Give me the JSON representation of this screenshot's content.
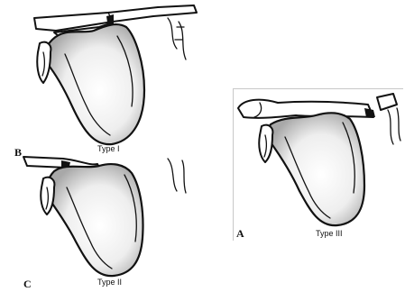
{
  "panels": [
    {
      "letter": "B",
      "type_label": "Type I",
      "acromion_shape": "flat"
    },
    {
      "letter": "C",
      "type_label": "Type II",
      "acromion_shape": "curved"
    },
    {
      "letter": "A",
      "type_label": "Type III",
      "acromion_shape": "hooked"
    }
  ]
}
